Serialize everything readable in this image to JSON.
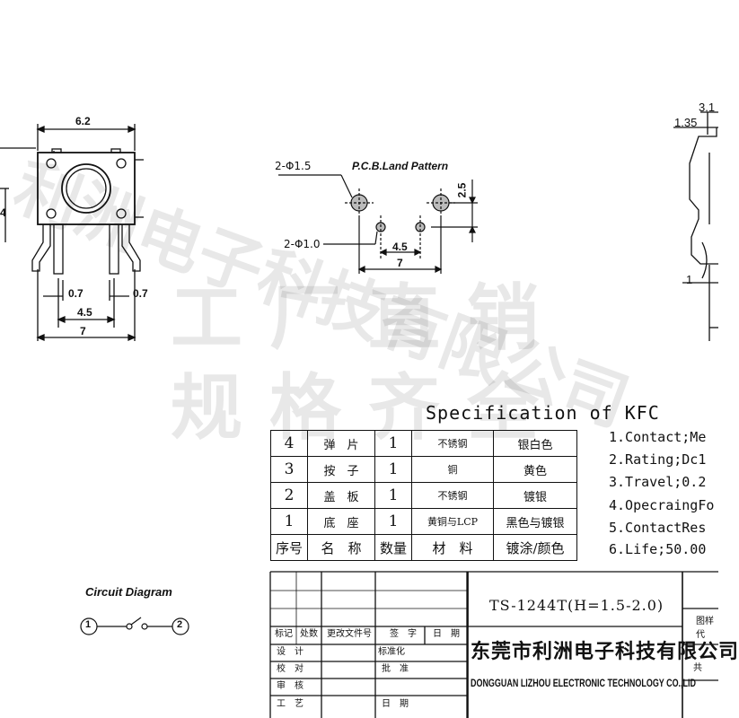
{
  "watermark": {
    "line1": "利洲电子科技有限公司",
    "line2": "工厂直销",
    "line3": "规格齐全"
  },
  "front_view": {
    "dim_width": "6.2",
    "dim_pin_spacing": "4.5",
    "dim_pitch": "7",
    "dim_left_offset": "0.7",
    "dim_right_offset": "0.7",
    "dim_side_partial": "4"
  },
  "pcb": {
    "title": "P.C.B.Land Pattern",
    "hole_large": "2-Φ1.5",
    "hole_small": "2-Φ1.0",
    "dim_vertical": "2.5",
    "dim_inner": "4.5",
    "dim_outer": "7"
  },
  "side_view": {
    "dim_top": "3.1",
    "dim_offset": "1.35",
    "dim_bottom": "1"
  },
  "spec": {
    "title": "Specification of KFC",
    "items": [
      "1.Contact;Me",
      "2.Rating;Dc1",
      "3.Travel;0.2",
      "4.OpecraingFo",
      "5.ContactRes",
      "6.Life;50.00"
    ]
  },
  "bom": {
    "rows": [
      {
        "no": "4",
        "name": "弹　片",
        "qty": "1",
        "material": "不锈钢",
        "finish": "银白色"
      },
      {
        "no": "3",
        "name": "按　子",
        "qty": "1",
        "material": "铜",
        "finish": "黄色"
      },
      {
        "no": "2",
        "name": "盖　板",
        "qty": "1",
        "material": "不锈钢",
        "finish": "镀银"
      },
      {
        "no": "1",
        "name": "底　座",
        "qty": "1",
        "material": "黄铜与LCP",
        "finish": "黑色与镀银"
      }
    ],
    "header": {
      "no": "序号",
      "name": "名　称",
      "qty": "数量",
      "material": "材　料",
      "finish": "镀涂/颜色"
    }
  },
  "circuit": {
    "title": "Circuit Diagram",
    "pin1": "1",
    "pin2": "2"
  },
  "title_block": {
    "model": "TS-1244T(H=1.5-2.0)",
    "company_cn": "东莞市利洲电子科技有限公司",
    "company_en": "DONGGUAN LIZHOU ELECTRONIC TECHNOLOGY CO.,LID",
    "col_mark": "标记",
    "col_place": "处数",
    "col_doc": "更改文件号",
    "col_sign": "签　字",
    "col_date": "日　期",
    "row_design": "设　计",
    "row_check": "校　对",
    "row_review": "审　核",
    "row_craft": "工　艺",
    "std": "标准化",
    "approve": "批　准",
    "date": "日　期",
    "drawing_no": "图样代",
    "total": "共"
  },
  "colors": {
    "ink": "#111111",
    "paper": "#ffffff",
    "watermark": "#e8e8e8"
  }
}
